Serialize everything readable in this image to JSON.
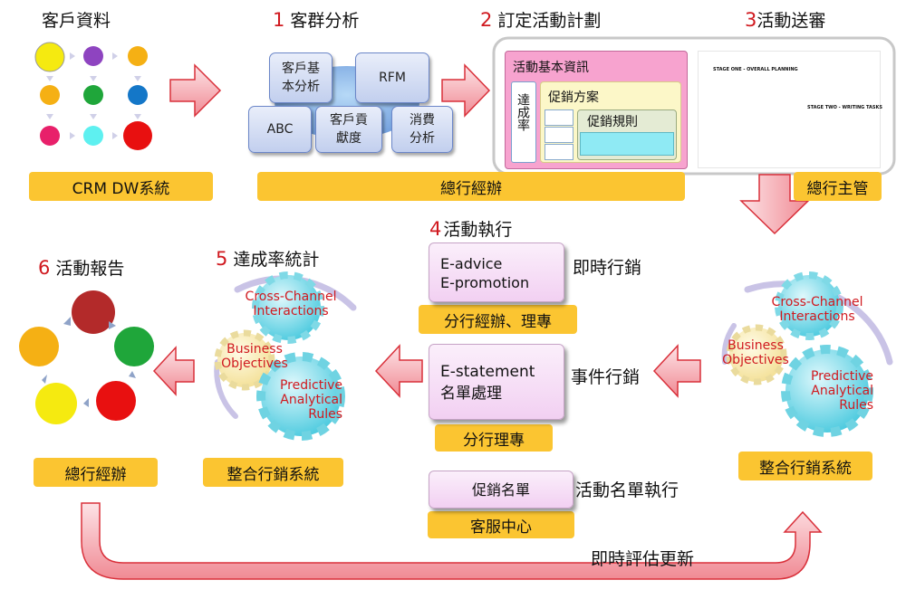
{
  "steps": {
    "customer": "客戶資料",
    "s1": {
      "num": "1",
      "label": "客群分析"
    },
    "s2": {
      "num": "2",
      "label": "訂定活動計劃"
    },
    "s3": {
      "num": "3",
      "label": "活動送審"
    },
    "s4": {
      "num": "4",
      "label": "活動執行"
    },
    "s5": {
      "num": "5",
      "label": "達成率統計"
    },
    "s6": {
      "num": "6",
      "label": "活動報告"
    }
  },
  "bars": {
    "crm": "CRM DW系統",
    "hq_handler_top": "總行經辦",
    "hq_supervisor": "總行主管",
    "branch_handler": "分行經辦、理專",
    "branch_specialist": "分行理專",
    "customer_service": "客服中心",
    "integrated_left": "整合行銷系統",
    "integrated_right": "整合行銷系統",
    "hq_handler_bottom": "總行經辦"
  },
  "segmentation": {
    "basic": "客戶基\n本分析",
    "rfm": "RFM",
    "abc": "ABC",
    "contribution": "客戶貢\n獻度",
    "consumption": "消費\n分析"
  },
  "plan": {
    "basic_info": "活動基本資訊",
    "achievement": "達成率",
    "promo_plan": "促銷方案",
    "promo_rule": "促銷規則"
  },
  "review_doc": {
    "stage1": "STAGE ONE - OVERALL PLANNING",
    "stage2": "STAGE TWO - WRITING TASKS"
  },
  "execution": {
    "box1": "E-advice\nE-promotion",
    "box1_label": "即時行銷",
    "box2": "E-statement\n名單處理",
    "box2_label": "事件行銷",
    "box3": "促銷名單",
    "box3_label": "活動名單執行"
  },
  "gears": {
    "cross_channel": "Cross-Channel\nInteractions",
    "business": "Business\nObjectives",
    "predictive": "Predictive\nAnalytical\nRules"
  },
  "feedback": "即時評估更新",
  "colors": {
    "arrow": "#f4a7ad",
    "bar": "#fbc531",
    "step_num": "#d0191f",
    "gear": "#5cd6e8"
  }
}
